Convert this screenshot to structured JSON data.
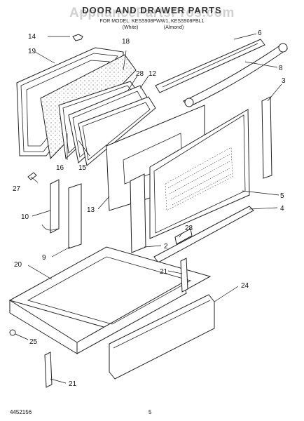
{
  "header": {
    "title": "DOOR AND DRAWER PARTS",
    "watermark": "AppliancePartsPros.com",
    "model_line": "FOR MODEL: KESS908PWW1, KESS908PBL1",
    "color_white": "(White)",
    "color_black": "(Almond)"
  },
  "diagram": {
    "callouts": [
      "14",
      "19",
      "18",
      "28",
      "12",
      "6",
      "8",
      "3",
      "16",
      "15",
      "27",
      "10",
      "13",
      "5",
      "4",
      "28",
      "2",
      "9",
      "21",
      "20",
      "24",
      "25",
      "21"
    ]
  },
  "footer": {
    "doc_number": "4452156",
    "page": "5"
  }
}
